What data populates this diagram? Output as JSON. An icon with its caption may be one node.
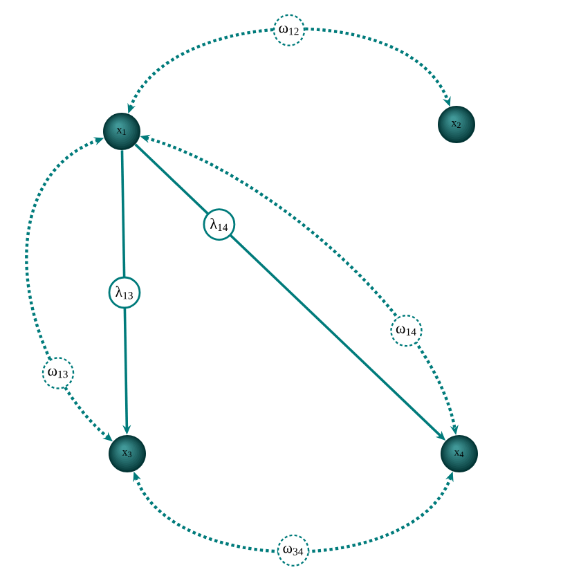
{
  "diagram": {
    "nodes": [
      {
        "text": [
          "x$_{1}$"
        ]
      },
      {
        "text": [
          "x$_{2}$"
        ]
      },
      {
        "text": [
          "x$_{3}$"
        ]
      },
      {
        "text": [
          "x$_{4}$"
        ]
      }
    ],
    "edges": [
      {
        "from": 0,
        "to": 1,
        "arrow": "both",
        "style": "dashed",
        "label": "ω$_{12}$"
      },
      {
        "from": 0,
        "to": 2,
        "arrow": "both",
        "style": "dashed",
        "label": "ω$_{13}$"
      },
      {
        "from": 0,
        "to": 3,
        "arrow": "both",
        "style": "dashed",
        "label": "ω$_{14}$"
      },
      {
        "from": 2,
        "to": 3,
        "arrow": "both",
        "style": "dashed",
        "label": "ω$_{34}$"
      },
      {
        "from": 0,
        "to": 2,
        "arrow": "to",
        "label": "λ$_{13}$"
      },
      {
        "from": 0,
        "to": 3,
        "arrow": "to",
        "label": "λ$_{14}$"
      }
    ]
  }
}
